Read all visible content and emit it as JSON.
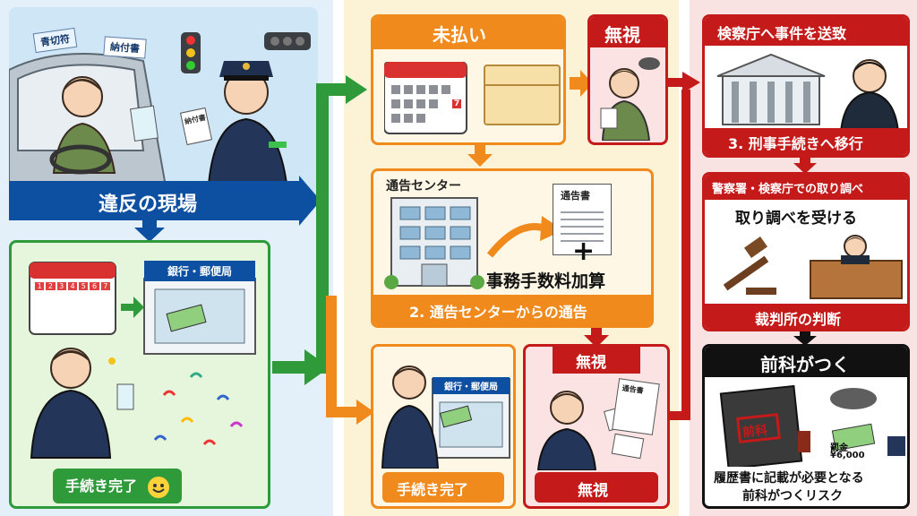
{
  "scene": {
    "sign_blue": "青切符",
    "sign_notice": "納付書",
    "sign_ticket": "納付書",
    "title": "違反の現場"
  },
  "paid_path": {
    "bank_sign": "銀行・郵便局",
    "calendar_days": [
      "1",
      "2",
      "3",
      "4",
      "5",
      "6",
      "7"
    ],
    "complete": "手続き完了"
  },
  "unpaid": {
    "header": "未払い",
    "calendar_mark": "7"
  },
  "ignore_top": {
    "label": "無視"
  },
  "notice_center": {
    "building_label": "通告センター",
    "document_label": "通告書",
    "plus": "+",
    "fee_text": "事務手数料加算",
    "footer": "2. 通告センターからの通告"
  },
  "paid_after_notice": {
    "bank_sign": "銀行・郵便局",
    "complete": "手続き完了"
  },
  "ignore_bottom": {
    "header": "無視",
    "document_label": "通告書",
    "footer": "無視"
  },
  "prosecutor": {
    "header": "検察庁へ事件を送致",
    "footer": "3. 刑事手続きへ移行"
  },
  "investigation": {
    "header": "警察署・検察庁での取り調べ",
    "title": "取り調べを受ける",
    "footer": "裁判所の判断"
  },
  "record": {
    "header": "前科がつく",
    "stamp": "前科",
    "fine_label": "罰金",
    "fine_amount": "¥6,000",
    "risk_line1": "履歴書に記載が必要となる",
    "risk_line2": "前科がつくリスク"
  },
  "colors": {
    "blue": "#0d4fa0",
    "green": "#2e9a3a",
    "orange": "#f08a1c",
    "red": "#c41a1a",
    "black": "#111111"
  }
}
